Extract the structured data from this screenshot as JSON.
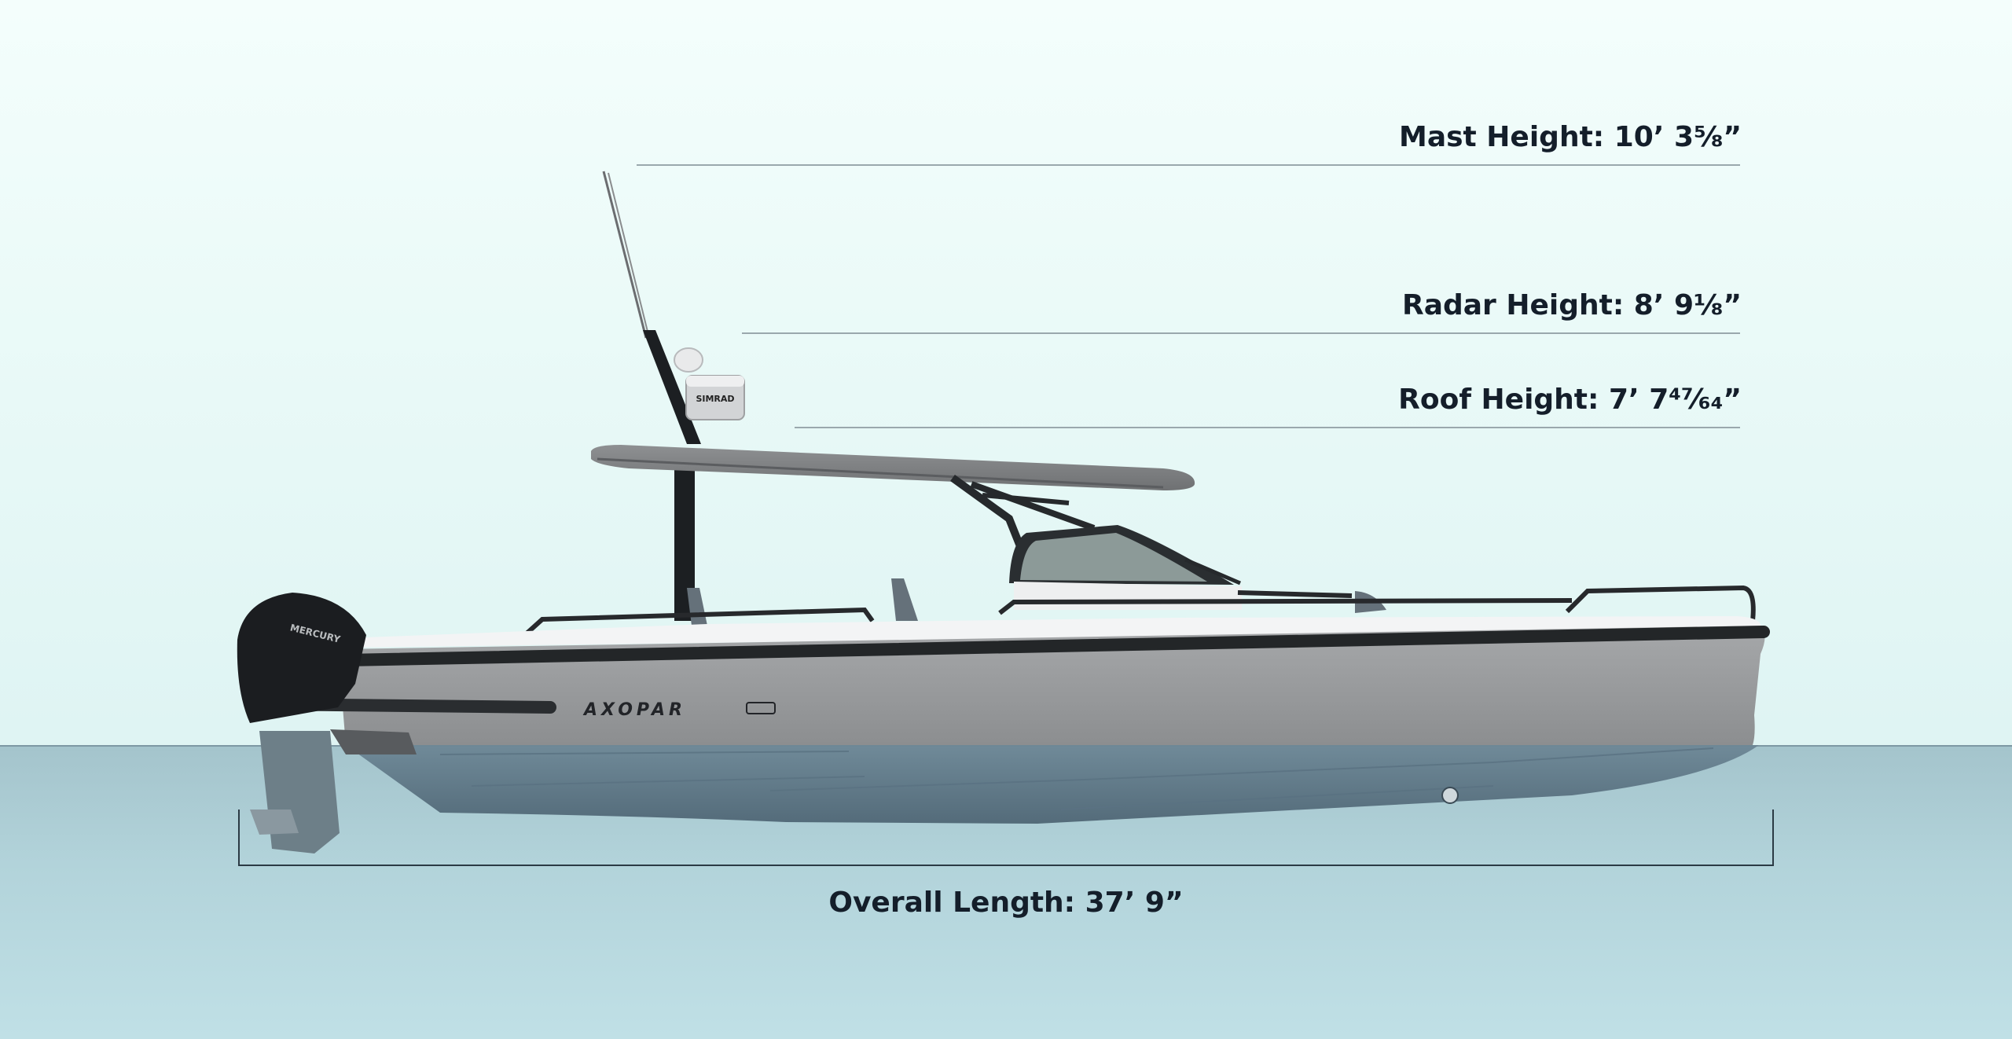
{
  "dimensions": {
    "mast_height": "Mast Height: 10’ 3⅝”",
    "radar_height": "Radar Height: 8’ 9⅛”",
    "roof_height": "Roof Height: 7’ 7⁴⁷⁄₆₄”",
    "overall_length": "Overall Length: 37’ 9”"
  },
  "boat": {
    "hull_brand": "AXOPAR",
    "engine_brand": "MERCURY",
    "radar_brand": "SIMRAD"
  },
  "colors": {
    "sky": "#eaf9f7",
    "water": "#b2d3da",
    "hull": "#9a9c9e",
    "text": "#141e2a"
  }
}
